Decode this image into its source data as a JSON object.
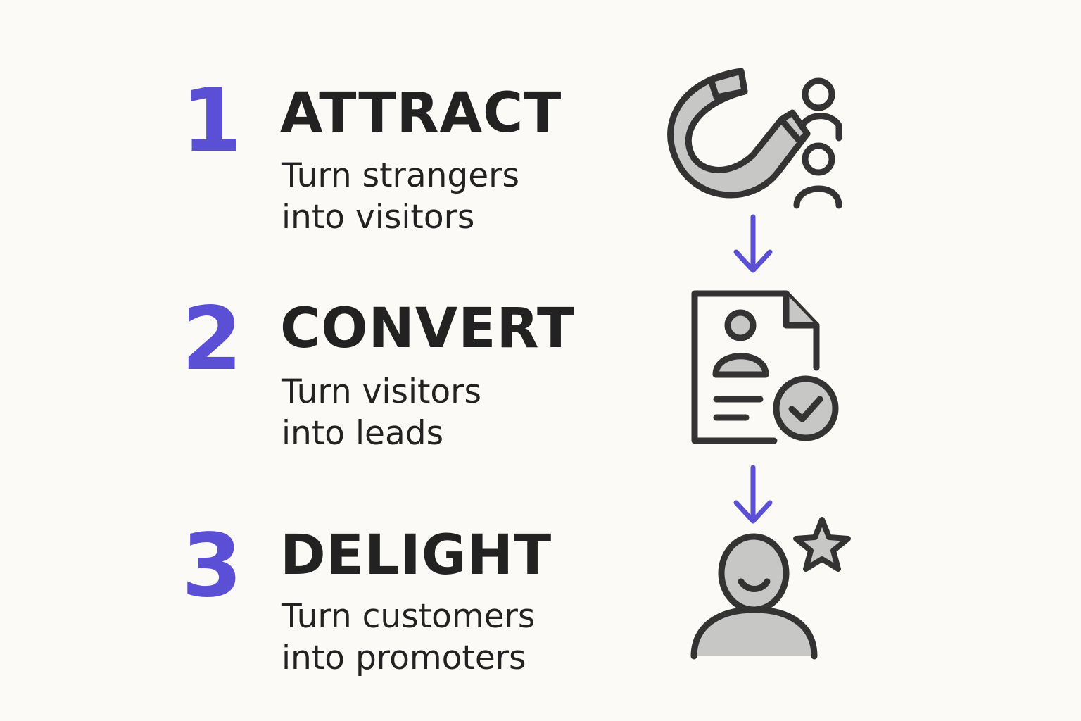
{
  "colors": {
    "accent": "#5b4fd6",
    "ink": "#333333",
    "fill": "#c7c7c5",
    "background": "#fbfaf6"
  },
  "steps": [
    {
      "number": "1",
      "title": "ATTRACT",
      "lines": [
        "Turn strangers",
        "into visitors"
      ],
      "icon": "magnet-people-icon"
    },
    {
      "number": "2",
      "title": "CONVERT",
      "lines": [
        "Turn visitors",
        "into leads"
      ],
      "icon": "lead-form-check-icon"
    },
    {
      "number": "3",
      "title": "DELIGHT",
      "lines": [
        "Turn customers",
        "into promoters"
      ],
      "icon": "happy-customer-star-icon"
    }
  ]
}
